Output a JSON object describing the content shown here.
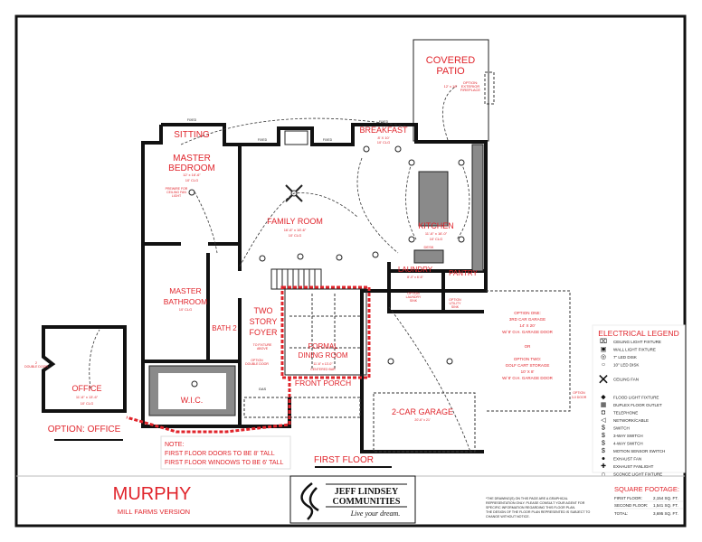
{
  "plan": {
    "floor_label": "FIRST FLOOR",
    "rooms": {
      "covered_patio": {
        "name1": "COVERED",
        "name2": "PATIO",
        "dims": "12' x 18'",
        "note1": "OPTION:",
        "note2": "EXTERIOR",
        "note3": "FIREPLACE"
      },
      "sitting": {
        "name": "SITTING"
      },
      "master_bedroom": {
        "name1": "MASTER",
        "name2": "BEDROOM",
        "dims": "12' x 16'-6\"",
        "clg": "10' CLG",
        "note1": "PREWIRE FOR",
        "note2": "CEILING FAN",
        "note3": "LIGHT"
      },
      "family_room": {
        "name": "FAMILY ROOM",
        "dims": "16'-6\" x 16'-6\"",
        "clg": "10' CLG"
      },
      "breakfast": {
        "name": "BREAKFAST",
        "dims": "8' X 10'",
        "clg": "10' CLG"
      },
      "kitchen": {
        "name": "KITCHEN",
        "dims": "11'-6\" x 16'-0\"",
        "clg": "10' CLG",
        "desk": "DESK"
      },
      "laundry": {
        "name": "LAUNDRY",
        "dims": "8'-0\" x 6'-6\"",
        "note1": "OPTION",
        "note2": "LAUNDRY",
        "note3": "SINK"
      },
      "pantry": {
        "name": "PANTRY",
        "note1": "OPTION",
        "note2": "UTILITY",
        "note3": "SINK"
      },
      "master_bathroom": {
        "name1": "MASTER",
        "name2": "BATHROOM",
        "clg": "10' CLG"
      },
      "bath2": {
        "name": "BATH 2"
      },
      "wic": {
        "name": "W.I.C."
      },
      "foyer": {
        "name1": "TWO",
        "name2": "STORY",
        "name3": "FOYER",
        "note1": "TO FIXTURE",
        "note2": "ABOVE",
        "opt1": "OPTION",
        "opt2": "DOUBLE DOOR"
      },
      "dining": {
        "name1": "FORMAL",
        "name2": "DINING ROOM",
        "dims": "11'-6\" x 13'-0\"",
        "note": "CENTERED BAR"
      },
      "front_porch": {
        "name": "FRONT PORCH",
        "gas": "GAS"
      },
      "garage": {
        "name": "2-CAR GARAGE",
        "dims": "20'-6\" x 21'"
      },
      "option_garage": {
        "opt1_1": "OPTION ONE:",
        "opt1_2": "3RD CAR GARAGE",
        "opt1_3": "14' X 20'",
        "opt1_4": "W/ 8' O.H. GARAGE DOOR",
        "or": "OR",
        "opt2_1": "OPTION TWO:",
        "opt2_2": "GOLF CART STORAGE",
        "opt2_3": "10' X 8'",
        "opt2_4": "W/ 8' O.H. GARAGE DOOR",
        "door1": "OPTION",
        "door2": "3-0 DOOR"
      },
      "office": {
        "name": "OFFICE",
        "dims": "11'-6\" x 13'-6\"",
        "clg": "10' CLG",
        "door1": "2",
        "door2": "DOUBLE DOOR"
      }
    },
    "fixed_labels": [
      "FIXED",
      "FIXED",
      "FIXED",
      "FIXED"
    ],
    "option_office": "OPTION: OFFICE",
    "note": {
      "title": "NOTE:",
      "line1": "FIRST FLOOR DOORS TO BE 8' TALL",
      "line2": "FIRST FLOOR WINDOWS TO BE 6' TALL"
    }
  },
  "legend": {
    "title": "ELECTRICAL LEGEND",
    "items": [
      {
        "icon": "ceiling-light-fixture",
        "label": "CEILING LIGHT FIXTURE"
      },
      {
        "icon": "wall-light-fixture",
        "label": "WALL LIGHT FIXTURE"
      },
      {
        "icon": "led-disk-7",
        "label": "7\" LED DISK"
      },
      {
        "icon": "led-disk-10",
        "label": "10\" LED DISK"
      },
      {
        "icon": "ceiling-fan",
        "label": "CEILING FAN"
      },
      {
        "icon": "flood-light-fixture",
        "label": "FLOOD LIGHT FIXTURE"
      },
      {
        "icon": "duplex-floor-outlet",
        "label": "DUPLEX FLOOR OUTLET"
      },
      {
        "icon": "telephone",
        "label": "TELEPHONE"
      },
      {
        "icon": "network-cable",
        "label": "NETWORK/CABLE"
      },
      {
        "icon": "switch",
        "label": "SWITCH"
      },
      {
        "icon": "3-way-switch",
        "label": "3-WAY SWITCH"
      },
      {
        "icon": "4-way-switch",
        "label": "4-WAY SWITCH"
      },
      {
        "icon": "motion-sensor-switch",
        "label": "MOTION SENSOR SWITCH"
      },
      {
        "icon": "exhaust-fan",
        "label": "EXHAUST FAN"
      },
      {
        "icon": "exhaust-fanlight",
        "label": "EXHAUST FANLIGHT"
      },
      {
        "icon": "sconce-light-fixture",
        "label": "SCONCE LIGHT FIXTURE"
      }
    ]
  },
  "title_block": {
    "model": "MURPHY",
    "version": "MILL FARMS VERSION",
    "logo": {
      "line1": "JEFF LINDSEY",
      "line2": "COMMUNITIES",
      "tagline": "Live your dream."
    },
    "disclaimer": [
      "*THE DRAWING(S) ON THIS PAGE ARE A GRAPHICAL",
      "REPRESENTATION ONLY. PLEASE CONSULT YOUR AGENT FOR",
      "SPECIFIC INFORMATION REGARDING THIS FLOOR PLAN.",
      "THE DESIGN OF THE FLOOR PLAN REPRESENTED IS SUBJECT TO",
      "CHANGE WITHOUT NOTICE."
    ],
    "square_footage": {
      "title": "SQUARE FOOTAGE:",
      "rows": [
        {
          "label": "FIRST FLOOR:",
          "value": "2,154 SQ. FT."
        },
        {
          "label": "SECOND FLOOR:",
          "value": "1,541 SQ. FT."
        },
        {
          "label": "TOTAL:",
          "value": "3,695 SQ. FT."
        }
      ]
    }
  },
  "colors": {
    "label_red": "#e0242b",
    "wall": "#111111",
    "counter": "#8a8a8a"
  }
}
